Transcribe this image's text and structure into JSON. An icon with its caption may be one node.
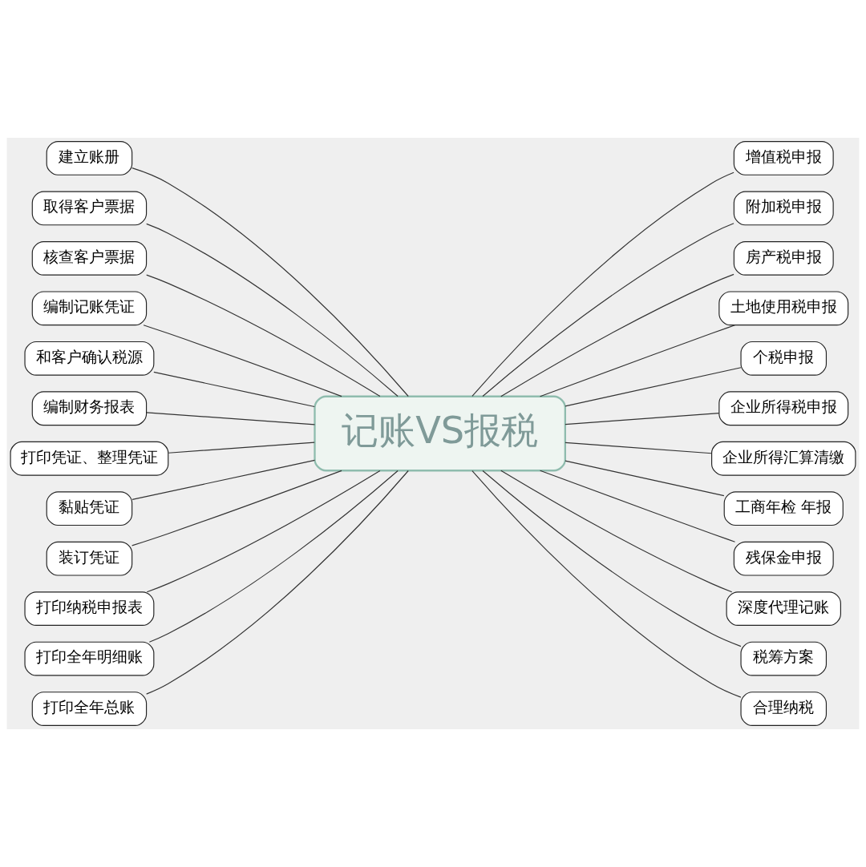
{
  "diagram": {
    "nodes": [
      {
        "text": [
          "记账VS报税"
        ]
      },
      {
        "text": [
          "建立账册"
        ]
      },
      {
        "text": [
          "取得客户票据"
        ]
      },
      {
        "text": [
          "核查客户票据"
        ]
      },
      {
        "text": [
          "编制记账凭证"
        ]
      },
      {
        "text": [
          "和客户确认税源"
        ]
      },
      {
        "text": [
          "编制财务报表"
        ]
      },
      {
        "text": [
          "打印凭证、整理凭证"
        ]
      },
      {
        "text": [
          "黏贴凭证"
        ]
      },
      {
        "text": [
          "装订凭证"
        ]
      },
      {
        "text": [
          "打印纳税申报表"
        ]
      },
      {
        "text": [
          "打印全年明细账"
        ]
      },
      {
        "text": [
          "打印全年总账"
        ]
      },
      {
        "text": [
          "增值税申报"
        ]
      },
      {
        "text": [
          "附加税申报"
        ]
      },
      {
        "text": [
          "房产税申报"
        ]
      },
      {
        "text": [
          "土地使用税申报"
        ]
      },
      {
        "text": [
          "个税申报"
        ]
      },
      {
        "text": [
          "企业所得税申报"
        ]
      },
      {
        "text": [
          "企业所得汇算清缴"
        ]
      },
      {
        "text": [
          "工商年检 年报"
        ]
      },
      {
        "text": [
          "残保金申报"
        ]
      },
      {
        "text": [
          "深度代理记账"
        ]
      },
      {
        "text": [
          "税筹方案"
        ]
      },
      {
        "text": [
          "合理纳税"
        ]
      }
    ],
    "edges": [
      {
        "from": 1,
        "to": 0,
        "arrow": "none"
      },
      {
        "from": 2,
        "to": 0,
        "arrow": "none"
      },
      {
        "from": 3,
        "to": 0,
        "arrow": "none"
      },
      {
        "from": 4,
        "to": 0,
        "arrow": "none"
      },
      {
        "from": 5,
        "to": 0,
        "arrow": "none"
      },
      {
        "from": 6,
        "to": 0,
        "arrow": "none"
      },
      {
        "from": 7,
        "to": 0,
        "arrow": "none"
      },
      {
        "from": 8,
        "to": 0,
        "arrow": "none"
      },
      {
        "from": 9,
        "to": 0,
        "arrow": "none"
      },
      {
        "from": 10,
        "to": 0,
        "arrow": "none"
      },
      {
        "from": 11,
        "to": 0,
        "arrow": "none"
      },
      {
        "from": 12,
        "to": 0,
        "arrow": "none"
      },
      {
        "from": 0,
        "to": 13,
        "arrow": "none"
      },
      {
        "from": 0,
        "to": 14,
        "arrow": "none"
      },
      {
        "from": 0,
        "to": 15,
        "arrow": "none"
      },
      {
        "from": 0,
        "to": 16,
        "arrow": "none"
      },
      {
        "from": 0,
        "to": 17,
        "arrow": "none"
      },
      {
        "from": 0,
        "to": 18,
        "arrow": "none"
      },
      {
        "from": 0,
        "to": 19,
        "arrow": "none"
      },
      {
        "from": 0,
        "to": 20,
        "arrow": "none"
      },
      {
        "from": 0,
        "to": 21,
        "arrow": "none"
      },
      {
        "from": 0,
        "to": 22,
        "arrow": "none"
      },
      {
        "from": 0,
        "to": 23,
        "arrow": "none"
      },
      {
        "from": 0,
        "to": 24,
        "arrow": "none"
      }
    ]
  }
}
